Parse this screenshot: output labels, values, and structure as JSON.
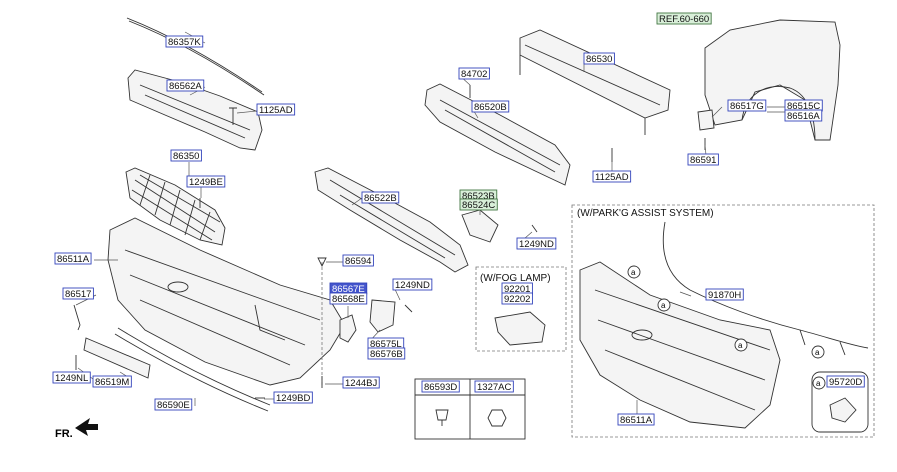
{
  "labels": {
    "p86357K": "86357K",
    "p86562A": "86562A",
    "p1125AD_a": "1125AD",
    "p86350": "86350",
    "p1249BE": "1249BE",
    "p86511A_a": "86511A",
    "p86517": "86517",
    "p1249NL": "1249NL",
    "p86519M": "86519M",
    "p86590E": "86590E",
    "p1249BD": "1249BD",
    "p86594": "86594",
    "p86567E": "86567E",
    "p86568E": "86568E",
    "p1249ND_a": "1249ND",
    "p86575L": "86575L",
    "p86576B": "86576B",
    "p1244BJ": "1244BJ",
    "p86522B": "86522B",
    "p86523B": "86523B",
    "p86524C": "86524C",
    "p1249ND_b": "1249ND",
    "p84702": "84702",
    "p86520B": "86520B",
    "p86530": "86530",
    "p1125AD_b": "1125AD",
    "pREF": "REF.60-660",
    "p86517G": "86517G",
    "p86515C": "86515C",
    "p86516A": "86516A",
    "p86591": "86591",
    "p92201": "92201",
    "p92202": "92202",
    "p91870H": "91870H",
    "p86511A_b": "86511A",
    "p95720D": "95720D",
    "p86593D": "86593D",
    "p1327AC": "1327AC"
  },
  "sections": {
    "fog_lamp": "(W/FOG LAMP)",
    "park_assist": "(W/PARK'G ASSIST SYSTEM)"
  },
  "direction_label": "FR.",
  "callout_letter": "a"
}
